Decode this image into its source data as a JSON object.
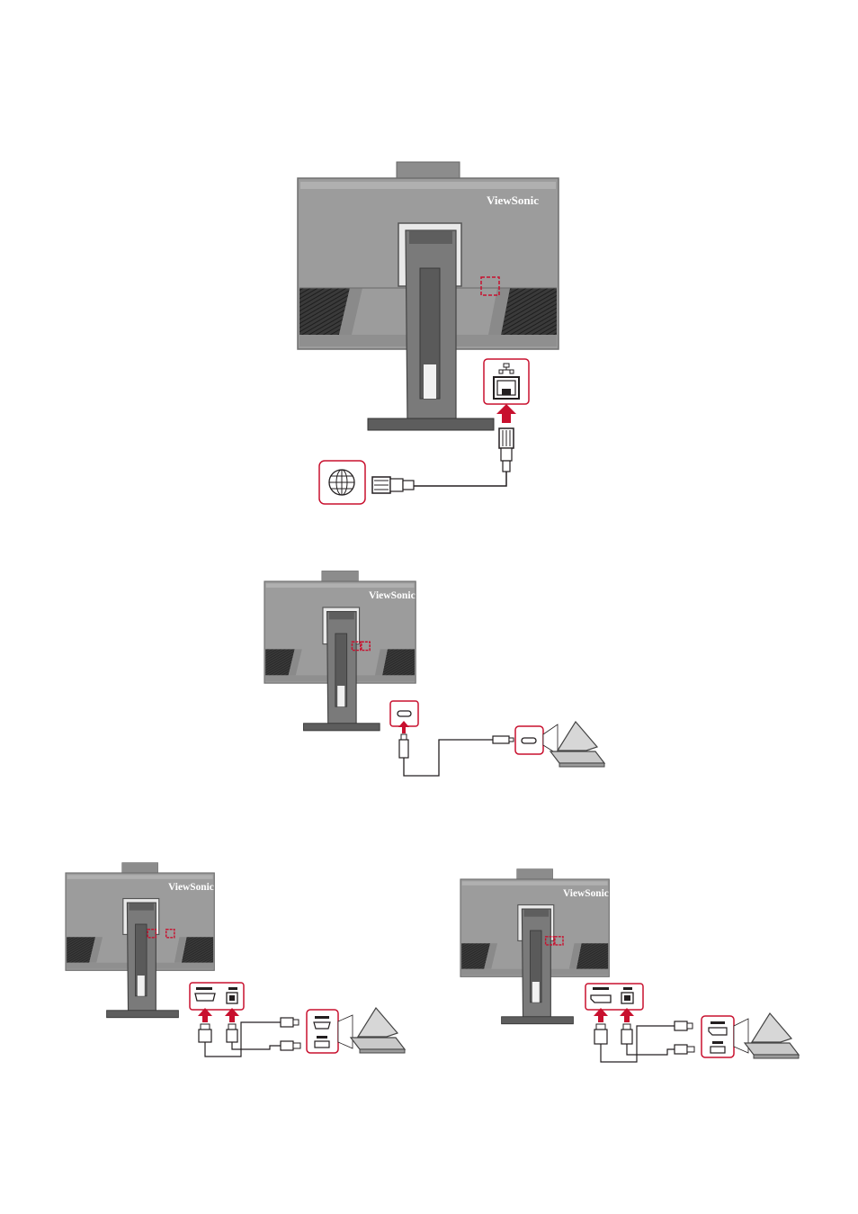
{
  "brand_logo": "ViewSonic",
  "colors": {
    "accent_red": "#c8102e",
    "monitor_body": "#9a9a9a",
    "monitor_dark": "#3a3a3a",
    "vent": "#2a2a2a",
    "outline": "#231f20"
  },
  "figures": [
    {
      "connection": "rj45-lan",
      "port_icons": [
        "network-port-icon",
        "rj45-jack-icon"
      ],
      "source_icon": "globe-icon"
    },
    {
      "connection": "usb-c",
      "port_icons": [
        "usb-c-port-icon"
      ],
      "source_icon": "laptop-icon"
    },
    {
      "connection": "hdmi-and-usb-b",
      "port_icons": [
        "hdmi-port-icon",
        "usb-b-port-icon"
      ],
      "source_icon": "laptop-icon"
    },
    {
      "connection": "displayport-and-usb-b",
      "port_icons": [
        "displayport-port-icon",
        "usb-b-port-icon"
      ],
      "source_icon": "laptop-icon"
    }
  ]
}
